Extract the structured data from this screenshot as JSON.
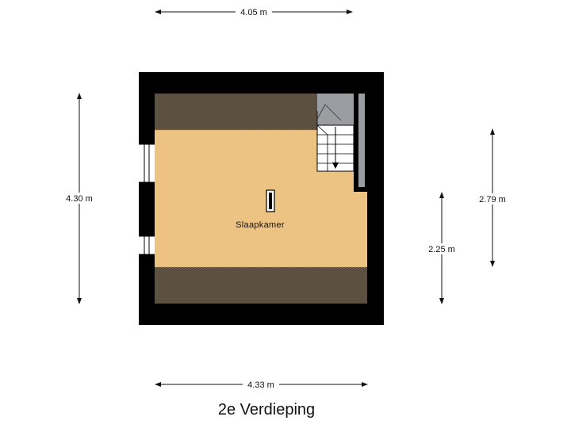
{
  "plan": {
    "title": "2e Verdieping",
    "room": {
      "name": "Slaapkamer"
    },
    "dimensions": {
      "top_width": "4.05 m",
      "bottom_width": "4.33 m",
      "left_depth": "4.30 m",
      "right_inner": "2.25 m",
      "right_outer": "2.79 m"
    },
    "colors": {
      "wall": "#000000",
      "floor": "#EDC383",
      "sloped_ceiling": "#5C5141",
      "stair": "#ffffff",
      "stair_shadow": "#9A9EA2",
      "window": "#ffffff"
    }
  }
}
